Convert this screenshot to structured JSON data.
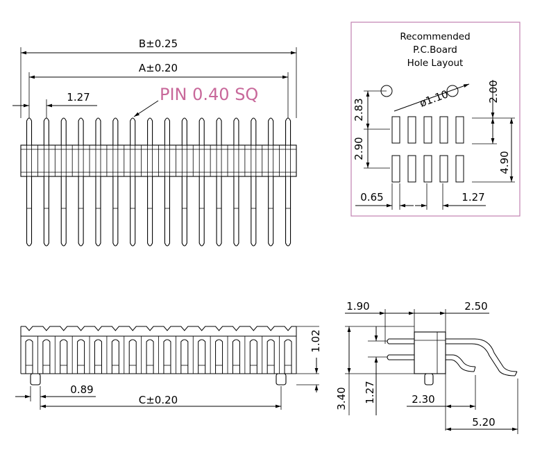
{
  "top_view": {
    "dim_b": "B±0.25",
    "dim_a": "A±0.20",
    "pitch": "1.27",
    "pin_label": "PIN 0.40 SQ",
    "pin_count": 16
  },
  "pcb_layout": {
    "title_lines": [
      "Recommended",
      "P.C.Board",
      "Hole Layout"
    ],
    "hole_dia": "ø1.10",
    "dim_283": "2.83",
    "dim_290": "2.90",
    "dim_200": "2.00",
    "dim_490": "4.90",
    "dim_065": "0.65",
    "dim_127": "1.27",
    "pads_per_row": 5
  },
  "front_view": {
    "dim_102": "1.02",
    "dim_089": "0.89",
    "dim_c": "C±0.20"
  },
  "side_view": {
    "dim_190": "1.90",
    "dim_250": "2.50",
    "dim_340": "3.40",
    "dim_127": "1.27",
    "dim_230": "2.30",
    "dim_520": "5.20"
  },
  "colors": {
    "line": "#000000",
    "pin_label": "#c8689a",
    "frame": "#c080b0"
  }
}
